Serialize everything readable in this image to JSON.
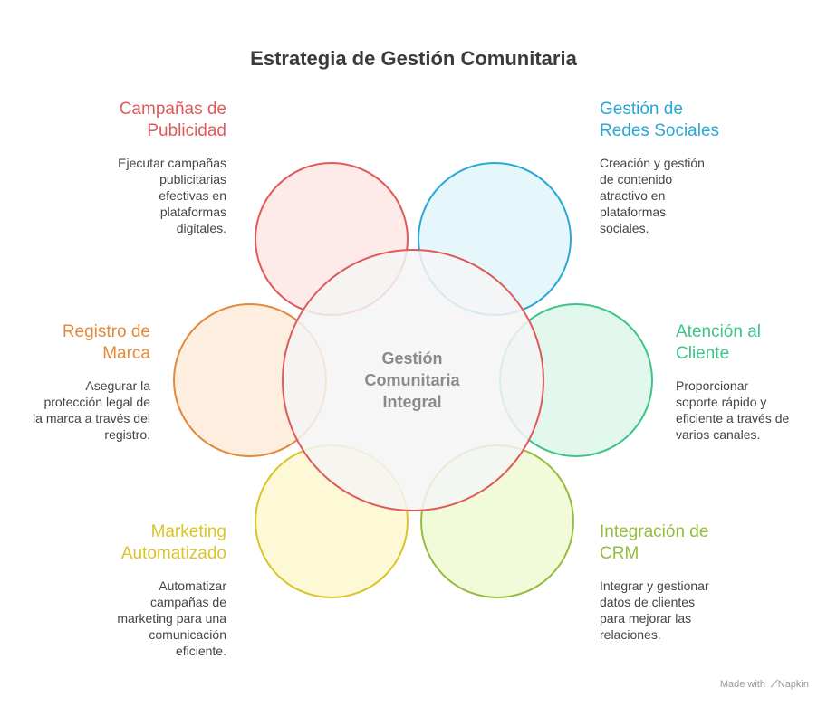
{
  "title": "Estrategia de Gestión Comunitaria",
  "center": {
    "line1": "Gestión",
    "line2": "Comunitaria",
    "line3": "Integral",
    "fill": "#f4f4f4",
    "stroke": "#e05a5a"
  },
  "items": [
    {
      "heading1": "Campañas de",
      "heading2": "Publicidad",
      "desc": [
        "Ejecutar campañas",
        "publicitarias",
        "efectivas en",
        "plataformas",
        "digitales."
      ],
      "color": "#e05a5a",
      "fill": "#ffeaea"
    },
    {
      "heading1": "Gestión de",
      "heading2": "Redes Sociales",
      "desc": [
        "Creación y gestión",
        "de contenido",
        "atractivo en",
        "plataformas",
        "sociales."
      ],
      "color": "#2aa7d6",
      "fill": "#e6f7fc"
    },
    {
      "heading1": "Registro de",
      "heading2": "Marca",
      "desc": [
        "Asegurar la",
        "protección legal de",
        "la marca a través del",
        "registro."
      ],
      "color": "#e08a3a",
      "fill": "#fdeee0"
    },
    {
      "heading1": "Atención al",
      "heading2": "Cliente",
      "desc": [
        "Proporcionar",
        "soporte rápido y",
        "eficiente a través de",
        "varios canales."
      ],
      "color": "#3ec487",
      "fill": "#e2f8ee"
    },
    {
      "heading1": "Marketing",
      "heading2": "Automatizado",
      "desc": [
        "Automatizar",
        "campañas de",
        "marketing para una",
        "comunicación",
        "eficiente."
      ],
      "color": "#d9c52a",
      "fill": "#fdf8d6"
    },
    {
      "heading1": "Integración de",
      "heading2": "CRM",
      "desc": [
        "Integrar y gestionar",
        "datos de clientes",
        "para mejorar las",
        "relaciones."
      ],
      "color": "#95bd3d",
      "fill": "#f1fbd9"
    }
  ],
  "footer": {
    "made_with": "Made with",
    "brand": "Napkin"
  }
}
